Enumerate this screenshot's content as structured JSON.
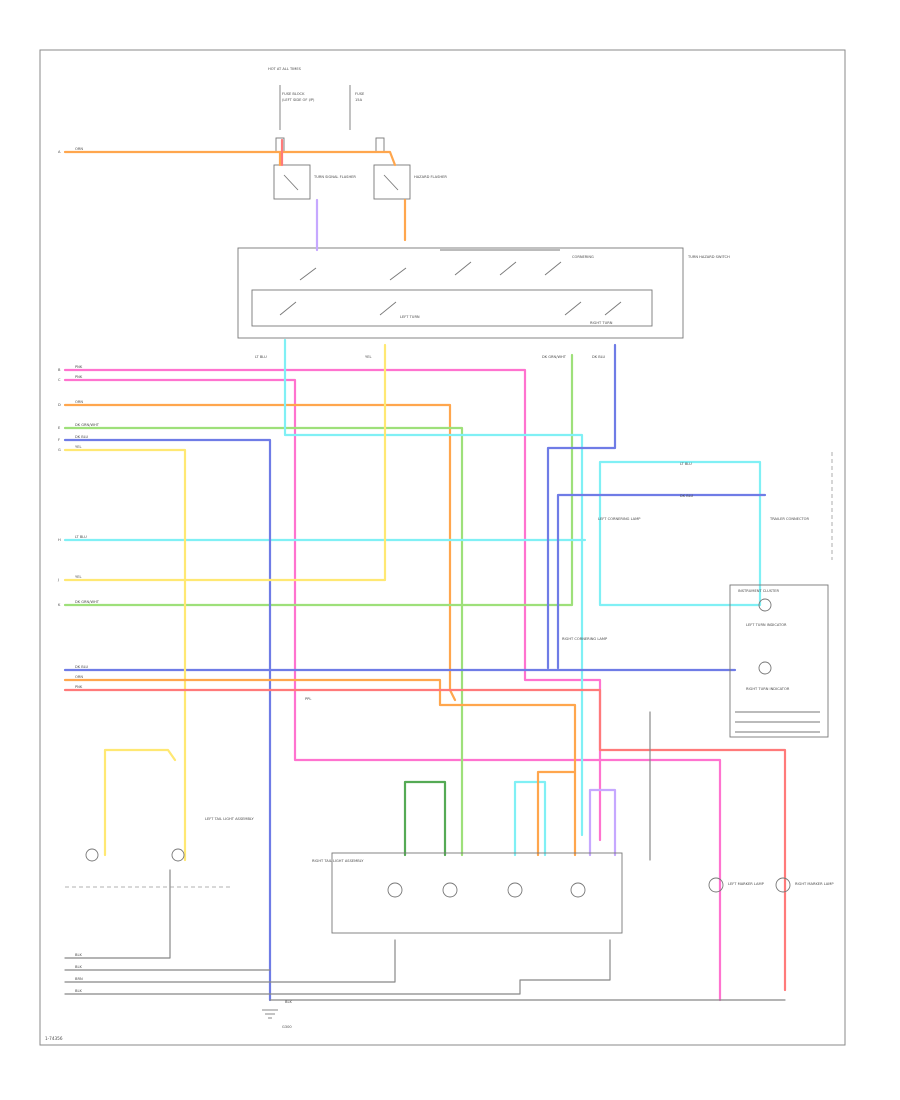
{
  "diagram": {
    "code": "1-74356",
    "colors": {
      "orange": "#ffa64d",
      "pink": "#ff73cf",
      "yellow": "#ffe873",
      "green": "#9ee07a",
      "cyan": "#80f0f5",
      "blue": "#6f7ce6",
      "violet": "#c6a8ff",
      "dark_green": "#55aa55",
      "red": "#ff7a7a",
      "gray": "#888888"
    },
    "labels": {
      "fuse_block_title": "HOT AT ALL TIMES",
      "fuse_block_sub1": "FUSE BLOCK",
      "fuse_block_sub2": "(LEFT SIDE OF I/P)",
      "fuse_a": "FUSE",
      "fuse_b": "15A",
      "turn_signal_flasher": "TURN SIGNAL FLASHER",
      "hazard_flasher": "HAZARD FLASHER",
      "turn_hazard_switch": "TURN HAZARD SWITCH",
      "left_turn": "LEFT TURN",
      "right_turn": "RIGHT TURN",
      "cornering": "CORNERING",
      "left_turn_indicator": "LEFT TURN INDICATOR",
      "right_turn_indicator": "RIGHT TURN INDICATOR",
      "instrument_cluster": "INSTRUMENT CLUSTER",
      "left_tail_light_assembly": "LEFT TAIL LIGHT ASSEMBLY",
      "right_tail_light_assembly": "RIGHT TAIL LIGHT ASSEMBLY",
      "left_marker_lamp": "LEFT MARKER LAMP",
      "right_marker_lamp": "RIGHT MARKER LAMP",
      "left_cornering_lamp": "LEFT CORNERING LAMP",
      "right_cornering_lamp": "RIGHT CORNERING LAMP",
      "trailer_connector": "TRAILER CONNECTOR",
      "ground_ref": "G300"
    },
    "wire_colors": {
      "orn": "ORN",
      "pnk": "PNK",
      "yel": "YEL",
      "dk_grn": "DK GRN/WHT",
      "lt_blu": "LT BLU",
      "dk_blu": "DK BLU",
      "ppl": "PPL",
      "blk": "BLK",
      "brn": "BRN"
    },
    "connectors": [
      "A",
      "B",
      "C",
      "D",
      "E",
      "F",
      "G",
      "H",
      "J",
      "K"
    ]
  }
}
